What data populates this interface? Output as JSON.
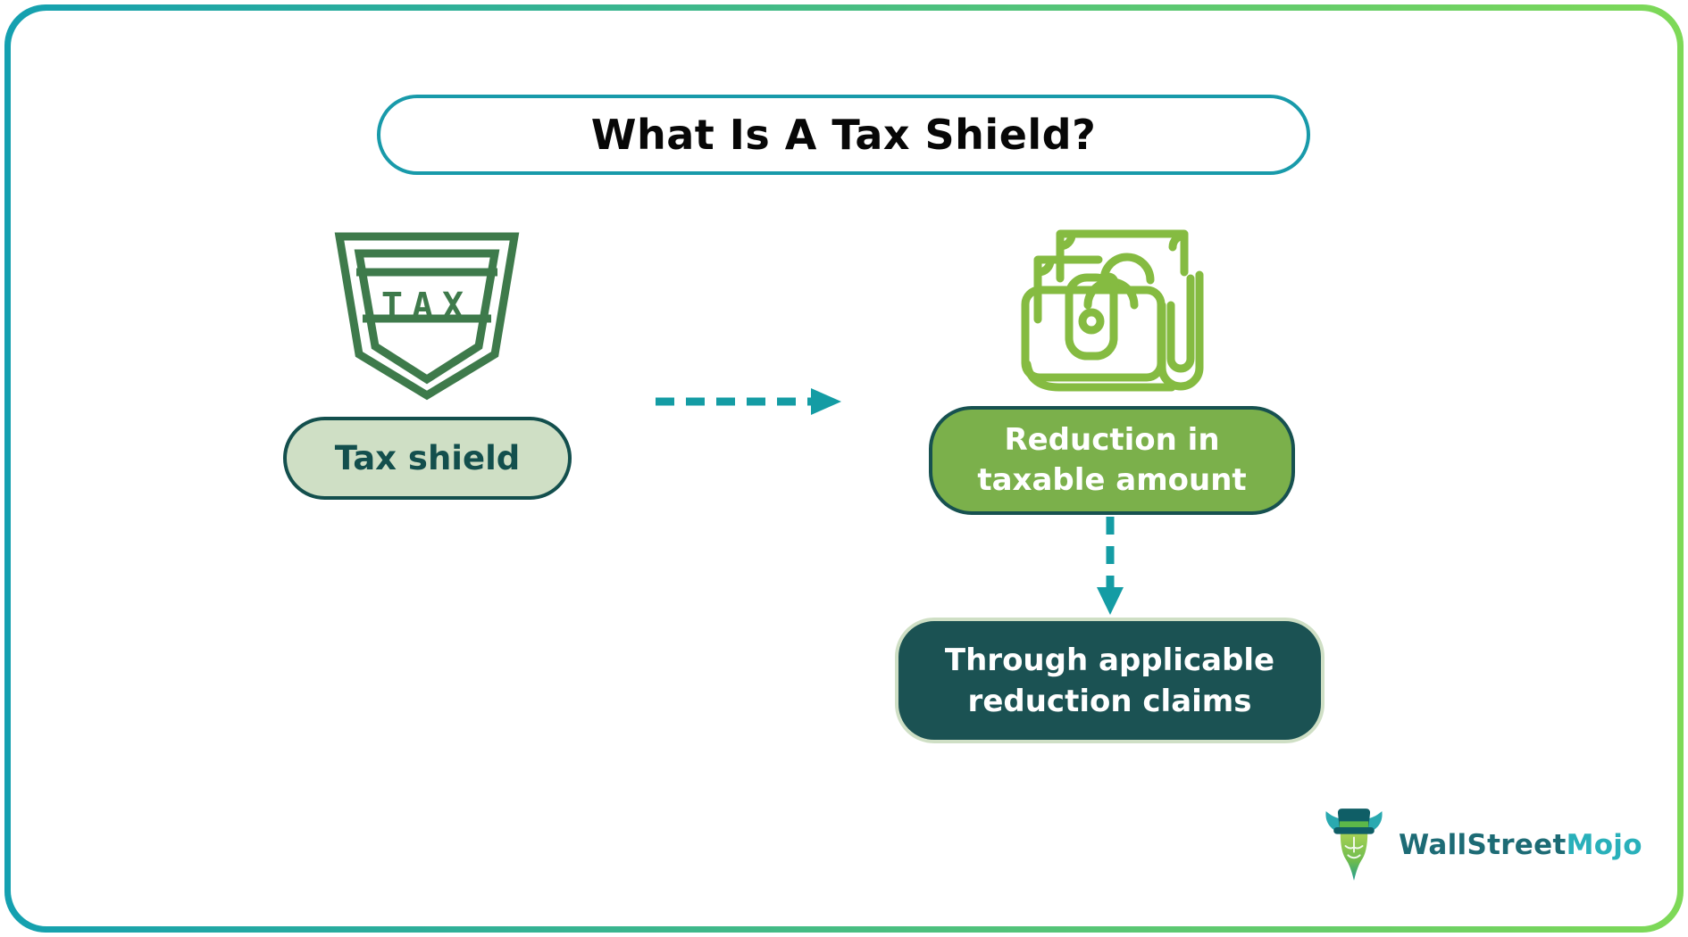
{
  "title": {
    "text": "What Is A Tax Shield?"
  },
  "diagram": {
    "shield_icon_label": "TAX",
    "nodes": {
      "tax_shield": {
        "label": "Tax shield"
      },
      "reduction": {
        "line1": "Reduction in",
        "line2": "taxable amount"
      },
      "claims": {
        "line1": "Through applicable",
        "line2": "reduction claims"
      }
    }
  },
  "logo": {
    "part1": "WallStreet",
    "part2": "Mojo"
  },
  "colors": {
    "frame_gradient_start": "#14a0b0",
    "frame_gradient_end": "#7ed957",
    "title_border": "#189aaa",
    "shield_icon_green": "#3e7a4b",
    "wallet_icon_green": "#85bb41",
    "arrow_teal": "#149ca4",
    "tax_pill_fill": "#cfdfc5",
    "tax_pill_border": "#134f4d",
    "reduction_fill": "#7bb04b",
    "reduction_border": "#175150",
    "claims_fill": "#1b5253",
    "claims_border": "#cfdfc5",
    "logo_dark_teal": "#1d6b75",
    "logo_light_teal": "#29b0ba"
  }
}
